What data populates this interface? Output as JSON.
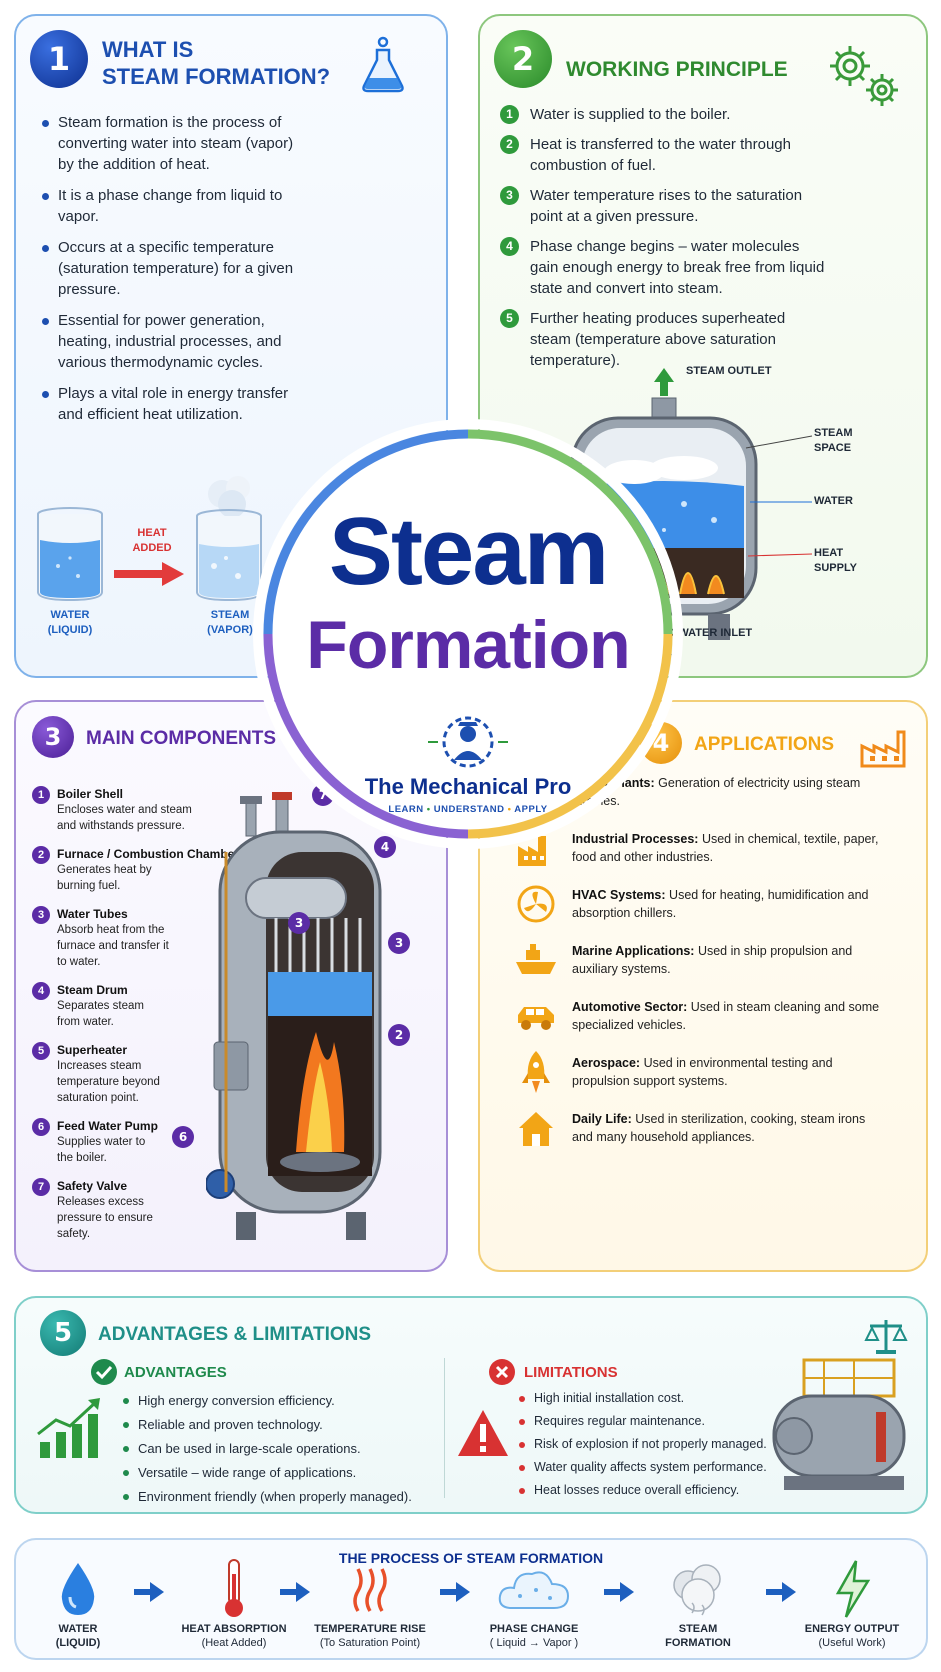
{
  "what_is": {
    "number": "1",
    "title_line1": "WHAT IS",
    "title_line2": "STEAM FORMATION?",
    "bullets": [
      "Steam formation is the process of converting water into steam (vapor) by the addition of heat.",
      "It is a phase change from liquid to vapor.",
      "Occurs at a specific temperature (saturation temperature) for a given pressure.",
      "Essential for power generation, heating, industrial processes, and various thermodynamic cycles.",
      "Plays a vital role in energy transfer and efficient heat utilization."
    ],
    "beaker_left_label1": "WATER",
    "beaker_left_label2": "(LIQUID)",
    "heat_label1": "HEAT",
    "heat_label2": "ADDED",
    "beaker_right_label1": "STEAM",
    "beaker_right_label2": "(VAPOR)"
  },
  "working": {
    "number": "2",
    "title": "WORKING PRINCIPLE",
    "steps": [
      {
        "n": "1",
        "text": "Water is supplied to the boiler."
      },
      {
        "n": "2",
        "text": "Heat is transferred to the water through combustion of fuel."
      },
      {
        "n": "3",
        "text": "Water temperature rises to the saturation point at a given pressure."
      },
      {
        "n": "4",
        "text": "Phase change begins – water molecules gain enough energy to break free from liquid state and convert into steam."
      },
      {
        "n": "5",
        "text": "Further heating produces superheated steam (temperature above saturation temperature)."
      }
    ],
    "labels": {
      "steam_outlet": "STEAM OUTLET",
      "steam_space1": "STEAM",
      "steam_space2": "SPACE",
      "water": "WATER",
      "heat_supply1": "HEAT",
      "heat_supply2": "SUPPLY",
      "feed_water": "FEED WATER INLET"
    }
  },
  "center": {
    "line1": "Steam",
    "line2": "Formation",
    "brand": "The Mechanical Pro",
    "tagline_1": "LEARN",
    "tagline_2": "UNDERSTAND",
    "tagline_3": "APPLY"
  },
  "components": {
    "number": "3",
    "title": "MAIN COMPONENTS",
    "items": [
      {
        "n": "1",
        "title": "Boiler Shell",
        "desc": "Encloses water and steam and withstands pressure."
      },
      {
        "n": "2",
        "title": "Furnace / Combustion Chamber",
        "desc": "Generates heat by burning fuel."
      },
      {
        "n": "3",
        "title": "Water Tubes",
        "desc": "Absorb heat from the furnace and transfer it to water."
      },
      {
        "n": "4",
        "title": "Steam Drum",
        "desc": "Separates steam from water."
      },
      {
        "n": "5",
        "title": "Superheater",
        "desc": "Increases steam temperature beyond saturation point."
      },
      {
        "n": "6",
        "title": "Feed Water Pump",
        "desc": "Supplies water to the boiler."
      },
      {
        "n": "7",
        "title": "Safety Valve",
        "desc": "Releases excess pressure to ensure safety."
      }
    ],
    "callouts": [
      "7",
      "4",
      "3",
      "3",
      "2",
      "6"
    ]
  },
  "applications": {
    "number": "4",
    "title": "APPLICATIONS",
    "items": [
      {
        "icon": "power-plant-icon",
        "name": "Power Plants:",
        "text": "Generation of electricity using steam turbines."
      },
      {
        "icon": "factory-icon",
        "name": "Industrial Processes:",
        "text": "Used in chemical, textile, paper, food and other industries."
      },
      {
        "icon": "fan-icon",
        "name": "HVAC Systems:",
        "text": "Used for heating, humidification and absorption chillers."
      },
      {
        "icon": "ship-icon",
        "name": "Marine Applications:",
        "text": "Used in ship propulsion and auxiliary systems."
      },
      {
        "icon": "car-icon",
        "name": "Automotive Sector:",
        "text": "Used in steam cleaning and some specialized vehicles."
      },
      {
        "icon": "rocket-icon",
        "name": "Aerospace:",
        "text": "Used in environmental testing and propulsion support systems."
      },
      {
        "icon": "house-icon",
        "name": "Daily Life:",
        "text": "Used in sterilization, cooking, steam irons and many household appliances."
      }
    ]
  },
  "adv_lim": {
    "number": "5",
    "title": "ADVANTAGES & LIMITATIONS",
    "adv_title": "ADVANTAGES",
    "advantages": [
      "High energy conversion efficiency.",
      "Reliable and proven technology.",
      "Can be used in large-scale operations.",
      "Versatile – wide range of applications.",
      "Environment friendly (when properly managed)."
    ],
    "lim_title": "LIMITATIONS",
    "limitations": [
      "High initial installation cost.",
      "Requires regular maintenance.",
      "Risk of explosion if not properly managed.",
      "Water quality affects system performance.",
      "Heat losses reduce overall efficiency."
    ]
  },
  "process": {
    "title": "THE PROCESS OF STEAM FORMATION",
    "steps": [
      {
        "icon": "water-drop-icon",
        "l1": "WATER",
        "l2": "(LIQUID)"
      },
      {
        "icon": "thermometer-icon",
        "l1": "HEAT ABSORPTION",
        "l2": "(Heat Added)"
      },
      {
        "icon": "heat-waves-icon",
        "l1": "TEMPERATURE RISE",
        "l2": "(To Saturation Point)"
      },
      {
        "icon": "cloud-icon",
        "l1": "PHASE CHANGE",
        "l2": "( Liquid → Vapor )"
      },
      {
        "icon": "steam-cloud-icon",
        "l1": "STEAM",
        "l2": "FORMATION"
      },
      {
        "icon": "lightning-icon",
        "l1": "ENERGY OUTPUT",
        "l2": "(Useful Work)"
      }
    ]
  },
  "colors": {
    "navy": "#0d2f8f",
    "purple": "#5b2ca6",
    "green": "#2f9a3c",
    "orange": "#f2a516",
    "teal": "#1f8f88",
    "red": "#d83232"
  }
}
